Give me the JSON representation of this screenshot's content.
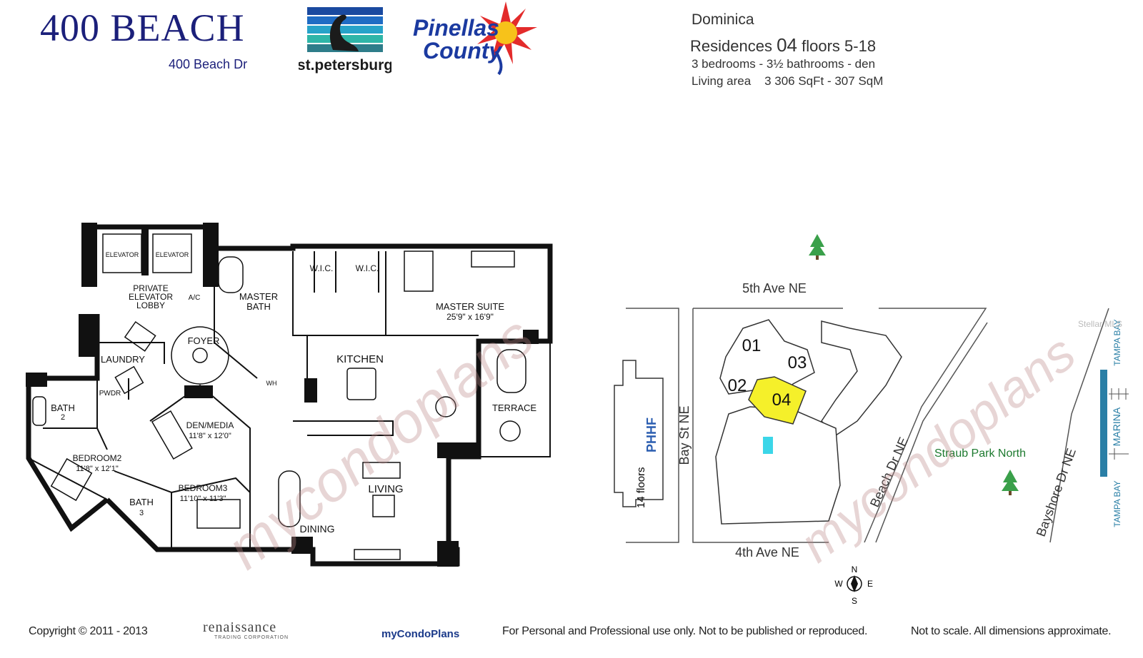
{
  "header": {
    "title": "400 BEACH",
    "address": "400 Beach Dr",
    "stpete_logo_text": "st.petersburg",
    "pinellas_logo_line1": "Pinellas",
    "pinellas_logo_line2": "County"
  },
  "unit": {
    "building": "Dominica",
    "residences_label": "Residences",
    "residence_number": "04",
    "floors": "floors 5-18",
    "rooms": "3 bedrooms - 3½ bathrooms - den",
    "area_label": "Living area",
    "area_value": "3 306 SqFt - 307 SqM"
  },
  "floorplan": {
    "rooms": {
      "elevator1": "ELEVATOR",
      "elevator2": "ELEVATOR",
      "lobby1": "PRIVATE",
      "lobby2": "ELEVATOR",
      "lobby3": "LOBBY",
      "ac": "A/C",
      "master_bath1": "MASTER",
      "master_bath2": "BATH",
      "wic1": "W.I.C.",
      "wic2": "W.I.C.",
      "master_suite": "MASTER SUITE",
      "master_suite_dim": "25'9\" x 16'9\"",
      "laundry": "LAUNDRY",
      "foyer": "FOYER",
      "kitchen": "KITCHEN",
      "wh": "WH",
      "pwdr": "PWDR",
      "bath2a": "BATH",
      "bath2b": "2",
      "terrace": "TERRACE",
      "den": "DEN/MEDIA",
      "den_dim": "11'8\" x 12'0\"",
      "bedroom2": "BEDROOM2",
      "bedroom2_dim": "11'8\" x 12'1\"",
      "bedroom3": "BEDROOM3",
      "bedroom3_dim": "11'10\" x 11'3\"",
      "bath3a": "BATH",
      "bath3b": "3",
      "living": "LIVING",
      "dining": "DINING"
    },
    "watermark": "mycondoplans"
  },
  "siteplan": {
    "street_north": "5th Ave NE",
    "street_south": "4th Ave NE",
    "street_west": "Bay St NE",
    "street_east": "Beach Dr NE",
    "street_far_east": "Bayshore Dr NE",
    "park": "Straub Park North",
    "marina": "MARINA",
    "tampa_bay_top": "TAMPA BAY",
    "tampa_bay_bottom": "TAMPA BAY",
    "neighbor_floors": "14 floors",
    "neighbor_name": "PHHF",
    "units": [
      "01",
      "02",
      "03",
      "04"
    ],
    "highlight_unit": "04",
    "highlight_color": "#f5f02a",
    "compass": {
      "n": "N",
      "s": "S",
      "e": "E",
      "w": "W"
    },
    "credit": "Stellar MLS"
  },
  "footer": {
    "copyright": "Copyright © 2011 - 2013",
    "renaissance": "renaissance",
    "renaissance_sub": "TRADING CORPORATION",
    "mycondoplans": "myCondoPlans",
    "usage": "For Personal and Professional use only.  Not to be published or reproduced.",
    "scale_note": "Not to scale.  All dimensions approximate."
  }
}
